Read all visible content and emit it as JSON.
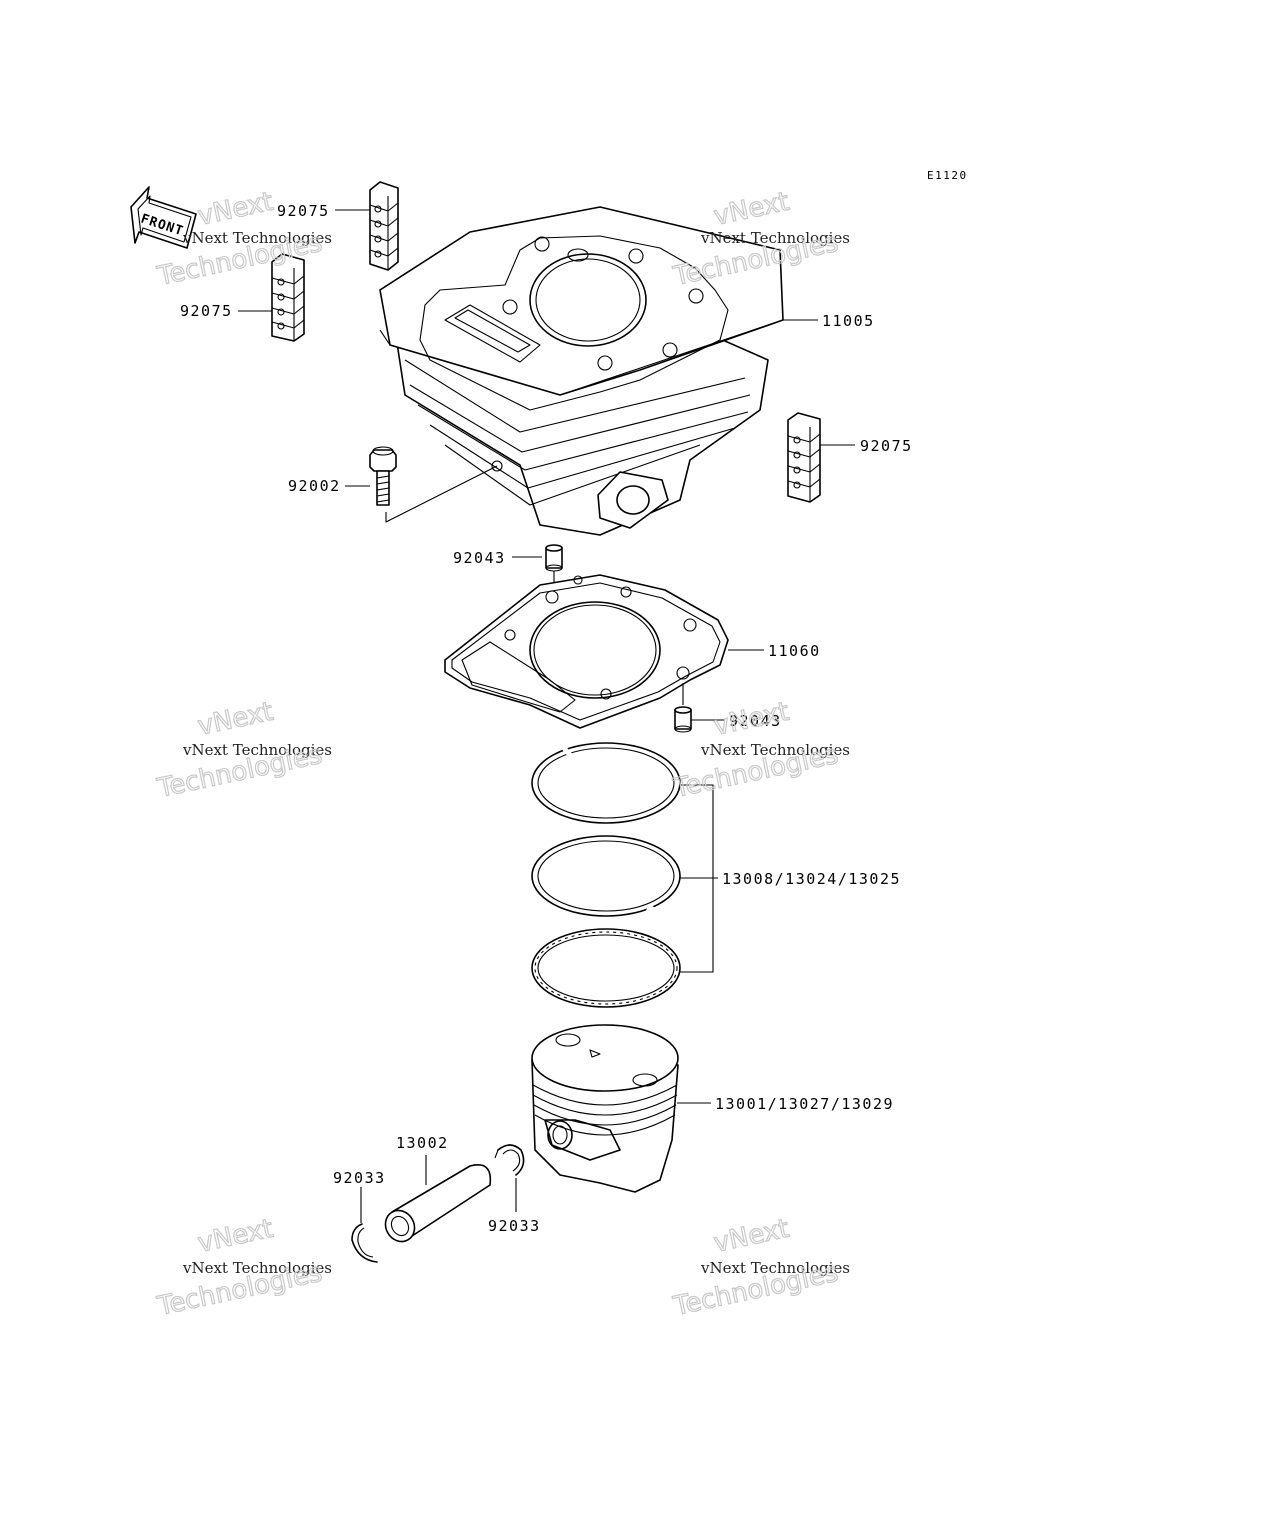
{
  "diagram_id": "E1120",
  "front_arrow_label": "FRONT",
  "watermark": {
    "line1": "vNext",
    "line2": "vNext Technologies",
    "line3": "Technologies"
  },
  "labels": {
    "damper_top": "92075",
    "damper_left": "92075",
    "damper_right": "92075",
    "cylinder": "11005",
    "stud_bolt": "92002",
    "dowel_pin_top": "92043",
    "gasket": "11060",
    "dowel_pin_bottom": "92043",
    "piston_rings": "13008/13024/13025",
    "piston": "13001/13027/13029",
    "piston_pin": "13002",
    "circlip_left": "92033",
    "circlip_right": "92033"
  }
}
